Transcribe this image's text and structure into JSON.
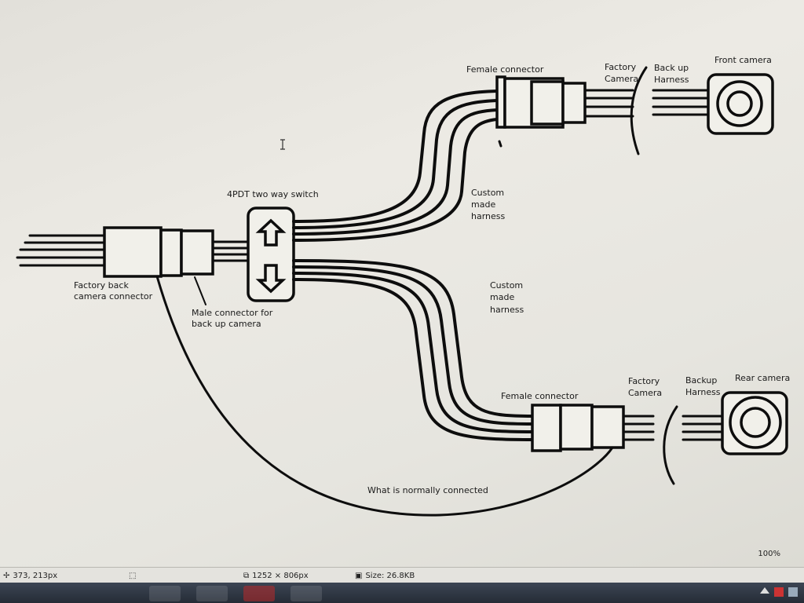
{
  "labels": {
    "switch": "4PDT two way switch",
    "factory_back": [
      "Factory back",
      "camera connector"
    ],
    "male_connector": [
      "Male connector for",
      "back up camera"
    ],
    "female_top": "Female connector",
    "female_bottom": "Female connector",
    "custom_top": [
      "Custom",
      "made",
      "harness"
    ],
    "custom_bottom": [
      "Custom",
      "made",
      "harness"
    ],
    "factory_camera_top": [
      "Factory",
      "Camera"
    ],
    "backup_harness_top": [
      "Back up",
      "Harness"
    ],
    "front_camera": "Front camera",
    "factory_camera_bottom": [
      "Factory",
      "Camera"
    ],
    "backup_harness_bottom": [
      "Backup",
      "Harness"
    ],
    "rear_camera": "Rear camera",
    "normally_connected": "What is normally connected"
  },
  "status_bar": {
    "cursor_position": "373, 213px",
    "image_dimensions": "1252 × 806px",
    "file_size": "Size: 26.8KB",
    "zoom": "100%"
  }
}
